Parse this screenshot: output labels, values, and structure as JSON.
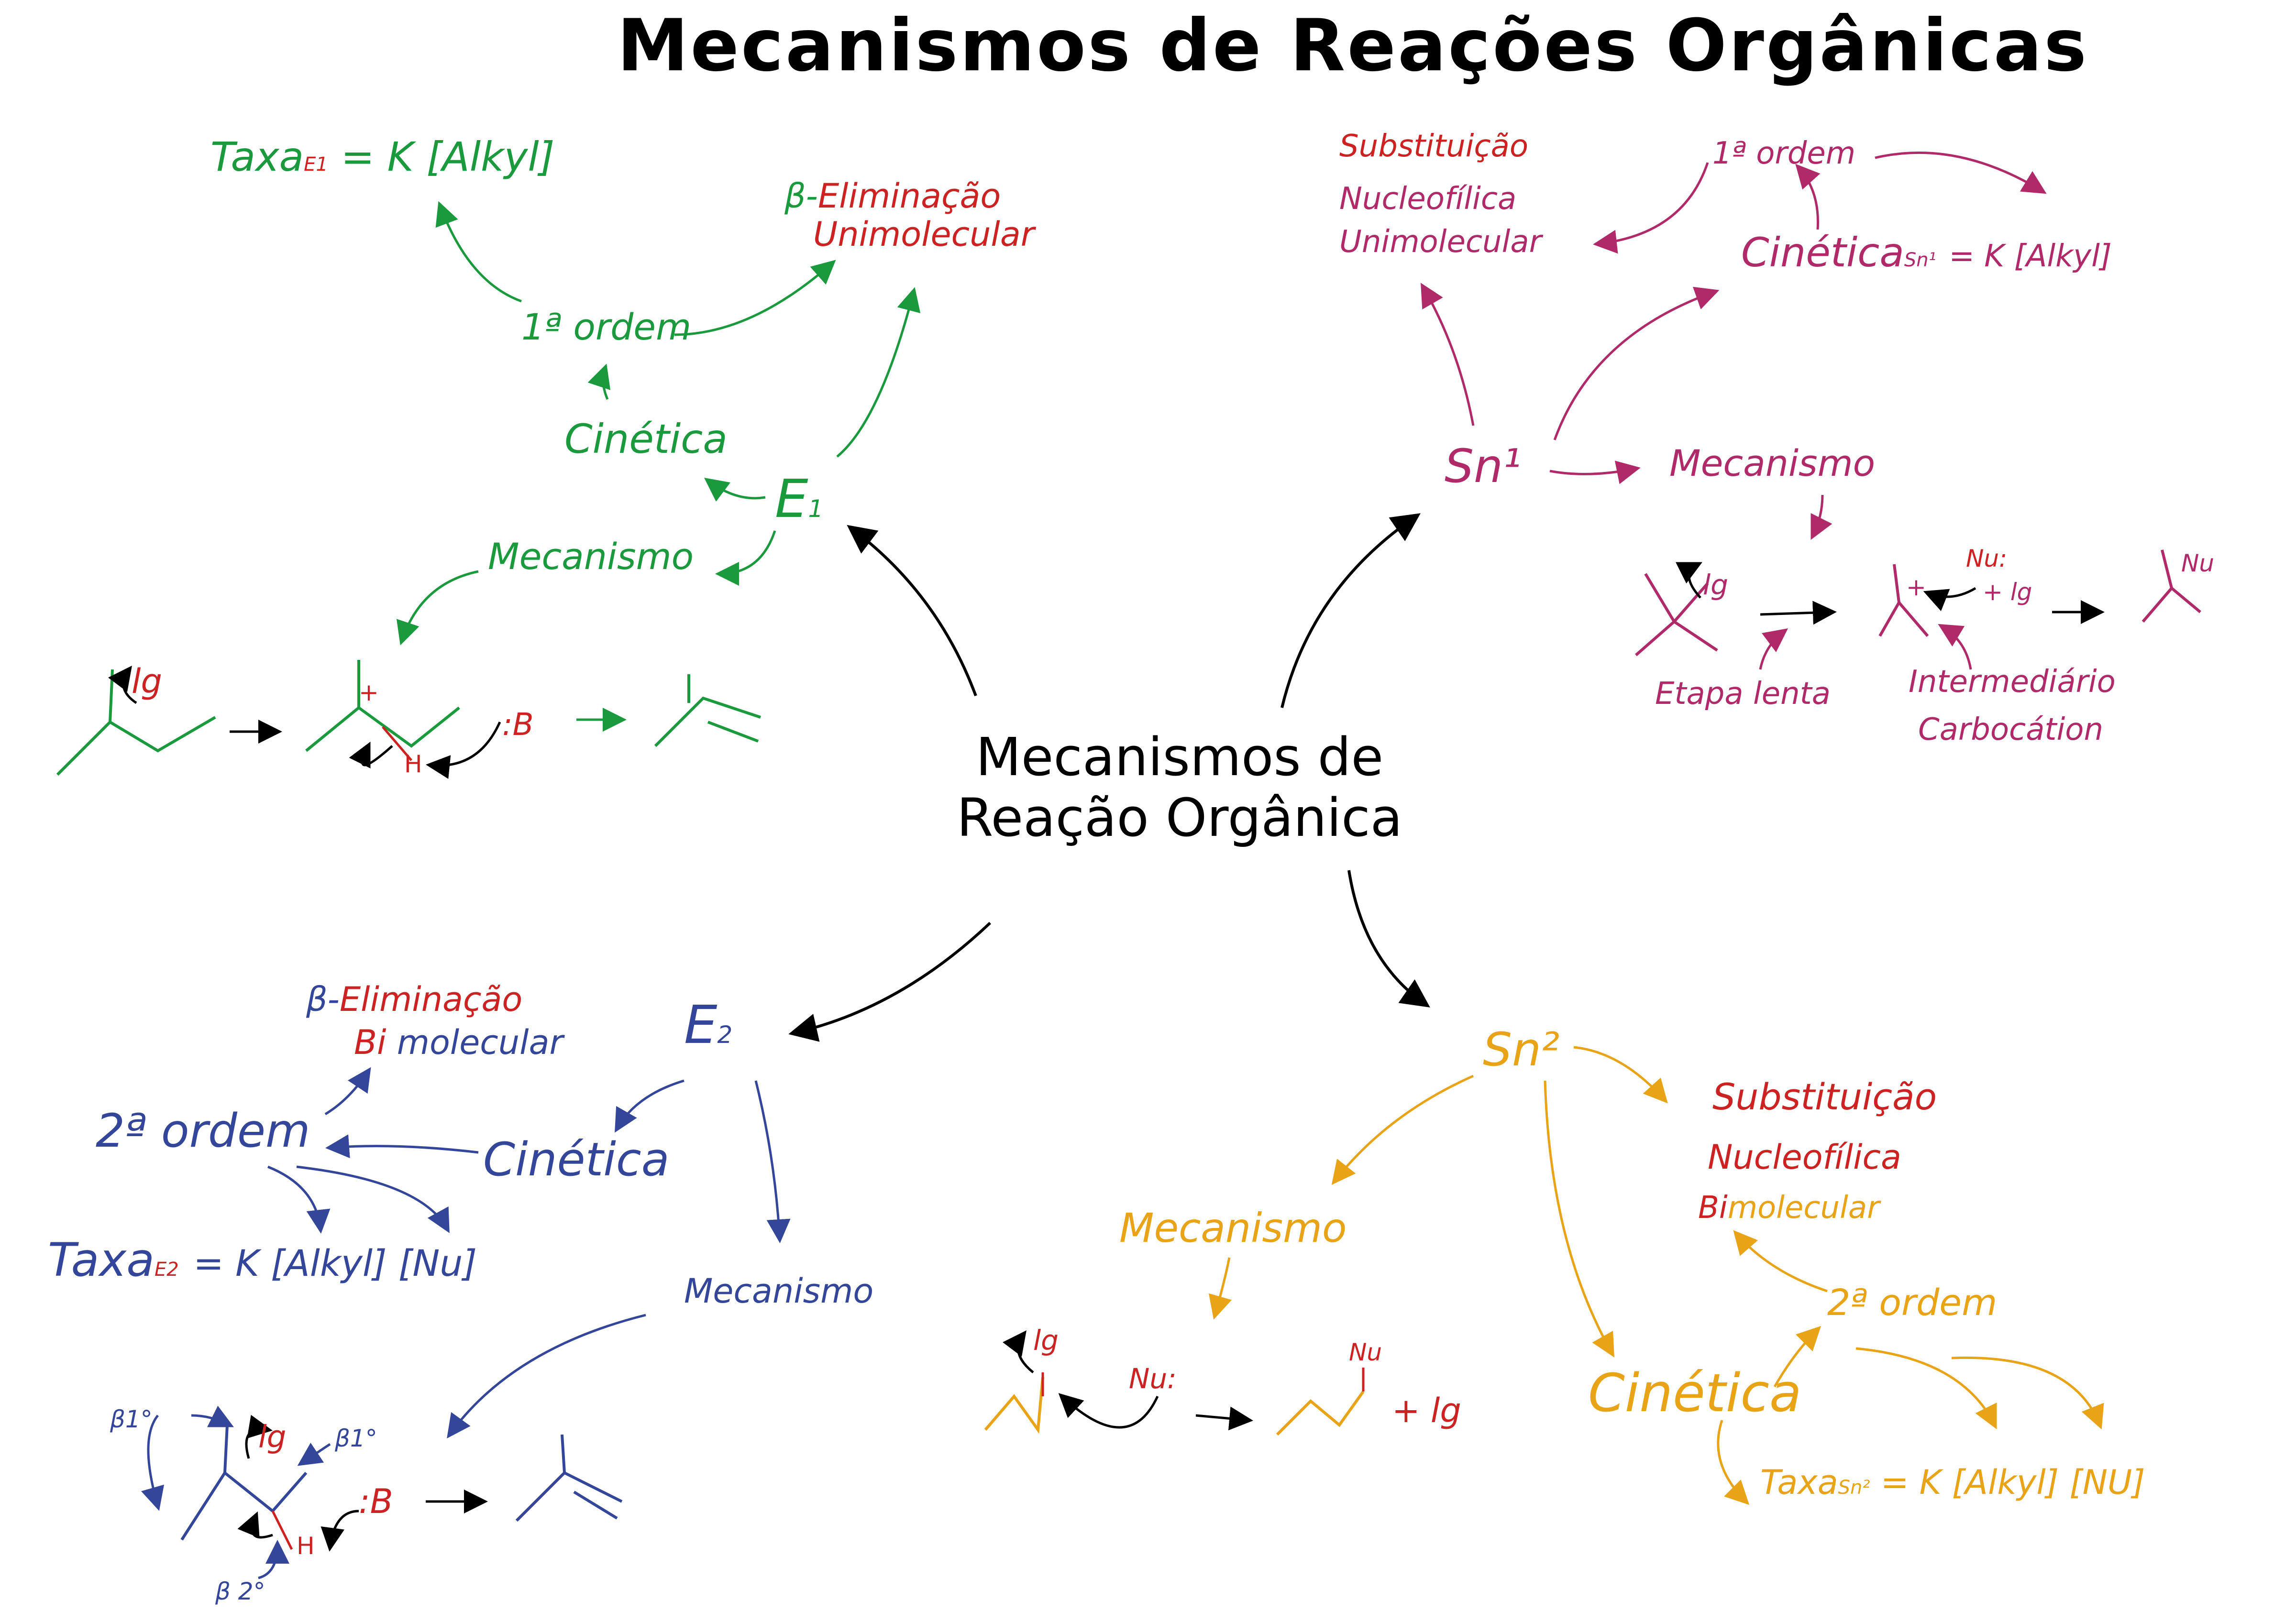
{
  "title": "Mecanismos de Reações Orgânicas",
  "center": {
    "line1": "Mecanismos de",
    "line2": "Reação Orgânica"
  },
  "colors": {
    "e1": "#1a9a3c",
    "sn1": "#b02a6a",
    "e2": "#34469a",
    "sn2": "#e8a317",
    "red": "#cc2222",
    "ink": "#000000"
  },
  "e1": {
    "node": "E",
    "node_sub": "1",
    "cinetica": "Cinética",
    "ordem": "1ª ordem",
    "taxa": "Taxa",
    "taxa_sub": "E1",
    "taxa_eq": "= K [Alkyl]",
    "beta_prefix": "β-",
    "beta_word": "Eliminação",
    "unimolecular": "Unimolecular",
    "mecanismo": "Mecanismo",
    "lg": "lg",
    "plus": "+",
    "h": "H",
    "base": ":B"
  },
  "sn1": {
    "node": "Sn¹",
    "line1": "Substituição",
    "line2": "Nucleofílica",
    "line3": "Unimolecular",
    "ordem": "1ª ordem",
    "cinetica": "Cinética",
    "cinetica_sub": "Sn¹",
    "taxa_eq": "= K [Alkyl]",
    "mecanismo": "Mecanismo",
    "lg": "lg",
    "nu": "Nu:",
    "plus_lg": "+ lg",
    "plus": "+",
    "nu_product": "Nu",
    "etapa": "Etapa lenta",
    "intermediario": "Intermediário",
    "carbocation": "Carbocátion"
  },
  "e2": {
    "node": "E",
    "node_sub": "2",
    "beta_prefix": "β-",
    "beta_word": "Eliminação",
    "bi": "Bi",
    "molecular": "molecular",
    "ordem": "2ª ordem",
    "cinetica": "Cinética",
    "taxa": "Taxa",
    "taxa_sub": "E2",
    "taxa_eq": "= K [Alkyl] [Nu]",
    "mecanismo": "Mecanismo",
    "beta1_left": "β1°",
    "beta1_right": "β1°",
    "beta2": "β 2°",
    "lg": "lg",
    "h": "H",
    "base": ":B"
  },
  "sn2": {
    "node": "Sn²",
    "line1": "Substituição",
    "line2": "Nucleofílica",
    "bi": "Bi",
    "molecular": "molecular",
    "ordem": "2ª ordem",
    "cinetica": "Cinética",
    "taxa": "Taxa",
    "taxa_sub": "Sn²",
    "taxa_eq": "= K [Alkyl] [NU]",
    "mecanismo": "Mecanismo",
    "lg": "lg",
    "nu": "Nu:",
    "nu_product": "Nu",
    "plus_lg": "+ lg"
  }
}
